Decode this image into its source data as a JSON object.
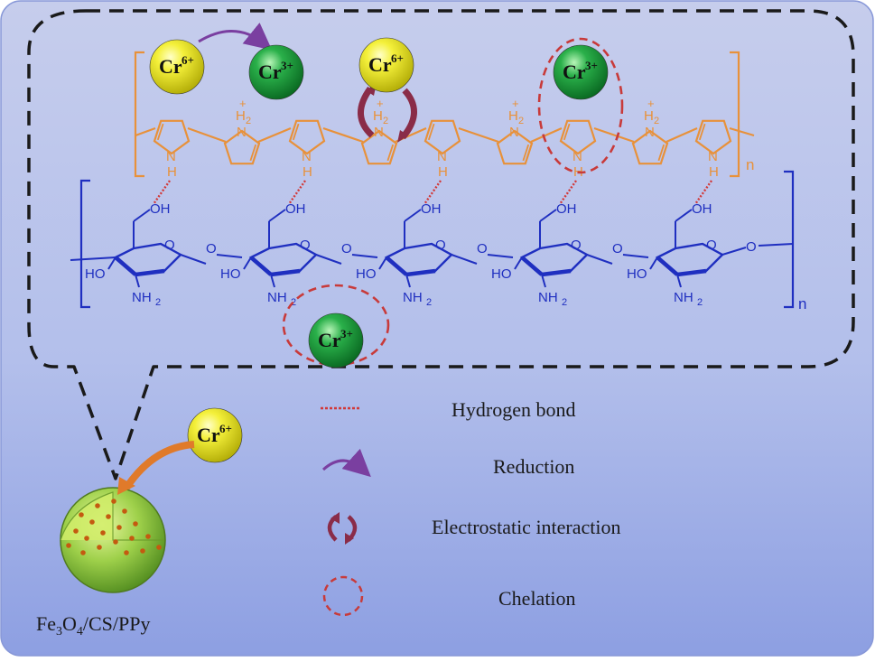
{
  "diagram": {
    "ion_cr6": "Cr",
    "ion_cr6_charge": "6+",
    "ion_cr3": "Cr",
    "ion_cr3_charge": "3+",
    "ppy_n_plus": "+",
    "ppy_nh2": "N",
    "ppy_h2": "H",
    "ppy_h2_sub": "2",
    "ppy_nh": "N",
    "ppy_h": "H",
    "repeat_n": "n",
    "cs_oh": "OH",
    "cs_ho": "HO",
    "cs_nh2": "NH",
    "cs_nh2_sub": "2",
    "cs_o": "O",
    "composite_label_fe": "Fe",
    "composite_label_3": "3",
    "composite_label_o": "O",
    "composite_label_4": "4",
    "composite_label_rest": "/CS/PPy"
  },
  "legend": {
    "items": [
      {
        "symbol": "hydrogen-bond-symbol",
        "label": "Hydrogen bond"
      },
      {
        "symbol": "reduction-arrow-symbol",
        "label": "Reduction"
      },
      {
        "symbol": "electrostatic-symbol",
        "label": "Electrostatic interaction"
      },
      {
        "symbol": "chelation-symbol",
        "label": "Chelation"
      }
    ]
  },
  "colors": {
    "ppy": "#e8913a",
    "chitosan": "#1f2fc0",
    "hbond": "#d23838",
    "reduction": "#7a3fa0",
    "electrostatic": "#8a2c48",
    "chelation": "#c83a3a",
    "cr6": "#e8e21a",
    "cr3": "#1f9a3a",
    "bg_top": "#c3cbeb",
    "bg_bottom": "#8fa1e2"
  }
}
